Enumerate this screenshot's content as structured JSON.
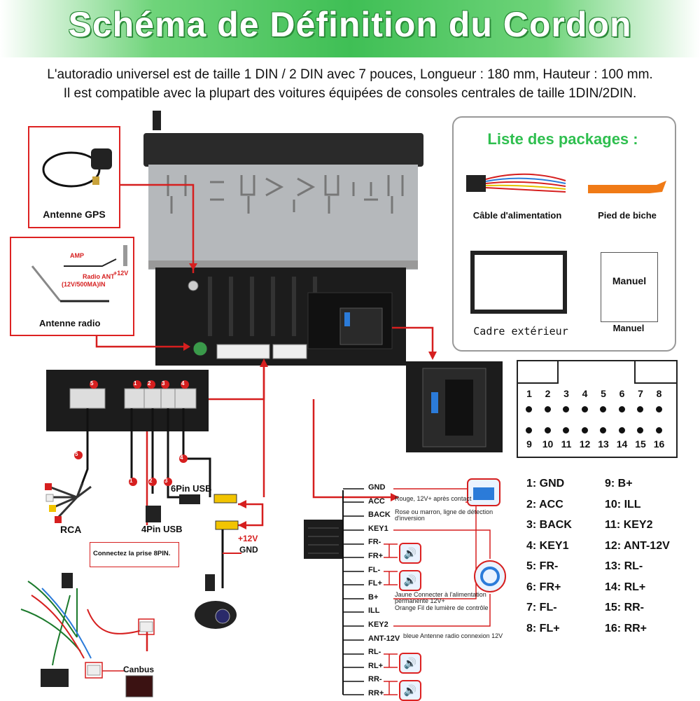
{
  "header": {
    "title": "Schéma de Définition du Cordon",
    "line1": "L'autoradio universel est de taille 1 DIN / 2 DIN avec 7 pouces, Longueur : 180 mm, Hauteur : 100 mm.",
    "line2": "Il est compatible avec la plupart des voitures équipées de consoles centrales de taille 1DIN/2DIN."
  },
  "antennas": {
    "gps_label": "Antenne GPS",
    "radio_label": "Antenne radio",
    "amp": "AMP",
    "radio_ant": "Radio ANT",
    "radio_ant_spec": "(12V/500MA)IN",
    "plus12": "+12V"
  },
  "packages": {
    "title": "Liste des packages :",
    "items": [
      "Câble d'alimentation",
      "Pied de biche",
      "Cadre extérieur",
      "Manuel"
    ],
    "manual_cover": "Manuel"
  },
  "ports": {
    "badges": [
      "5",
      "1",
      "2",
      "3",
      "4"
    ],
    "rca": "RCA",
    "pin4": "4Pin USB",
    "pin6": "6Pin USB",
    "plus12v": "+12V",
    "gnd": "GND",
    "connect8": "Connectez la prise 8PIN.",
    "canbus": "Canbus"
  },
  "pins": {
    "top": [
      "1",
      "2",
      "3",
      "4",
      "5",
      "6",
      "7",
      "8"
    ],
    "bottom": [
      "9",
      "10",
      "11",
      "12",
      "13",
      "14",
      "15",
      "16"
    ]
  },
  "legend": [
    {
      "n": "1:",
      "name": "GND"
    },
    {
      "n": "9:",
      "name": "B+"
    },
    {
      "n": "2:",
      "name": "ACC"
    },
    {
      "n": "10:",
      "name": "ILL"
    },
    {
      "n": "3:",
      "name": "BACK"
    },
    {
      "n": "11:",
      "name": "KEY2"
    },
    {
      "n": "4:",
      "name": "KEY1"
    },
    {
      "n": "12:",
      "name": "ANT-12V"
    },
    {
      "n": "5:",
      "name": "FR-"
    },
    {
      "n": "13:",
      "name": "RL-"
    },
    {
      "n": "6:",
      "name": "FR+"
    },
    {
      "n": "14:",
      "name": "RL+"
    },
    {
      "n": "7:",
      "name": "FL-"
    },
    {
      "n": "15:",
      "name": "RR-"
    },
    {
      "n": "8:",
      "name": "FL+"
    },
    {
      "n": "16:",
      "name": "RR+"
    }
  ],
  "wires": [
    {
      "name": "GND",
      "desc": ""
    },
    {
      "name": "ACC",
      "desc": "Rouge, 12V+ après contact",
      "color": "#d61f1f"
    },
    {
      "name": "BACK",
      "desc": "Rose ou marron, ligne de détection d'inversion",
      "color": "#e35bd1"
    },
    {
      "name": "KEY1",
      "desc": ""
    },
    {
      "name": "FR-",
      "desc": ""
    },
    {
      "name": "FR+",
      "desc": ""
    },
    {
      "name": "FL-",
      "desc": ""
    },
    {
      "name": "FL+",
      "desc": ""
    },
    {
      "name": "B+",
      "desc": "Jaune Connecter à l'alimentation permanente 12V+",
      "color": "#e2c400"
    },
    {
      "name": "ILL",
      "desc": "Orange Fil de lumière de contrôle",
      "color": "#f07a16"
    },
    {
      "name": "KEY2",
      "desc": ""
    },
    {
      "name": "ANT-12V",
      "desc": "bleue Antenne radio connexion 12V",
      "color": "#2b7bd9"
    },
    {
      "name": "RL-",
      "desc": ""
    },
    {
      "name": "RL+",
      "desc": ""
    },
    {
      "name": "RR-",
      "desc": ""
    },
    {
      "name": "RR+",
      "desc": ""
    }
  ]
}
